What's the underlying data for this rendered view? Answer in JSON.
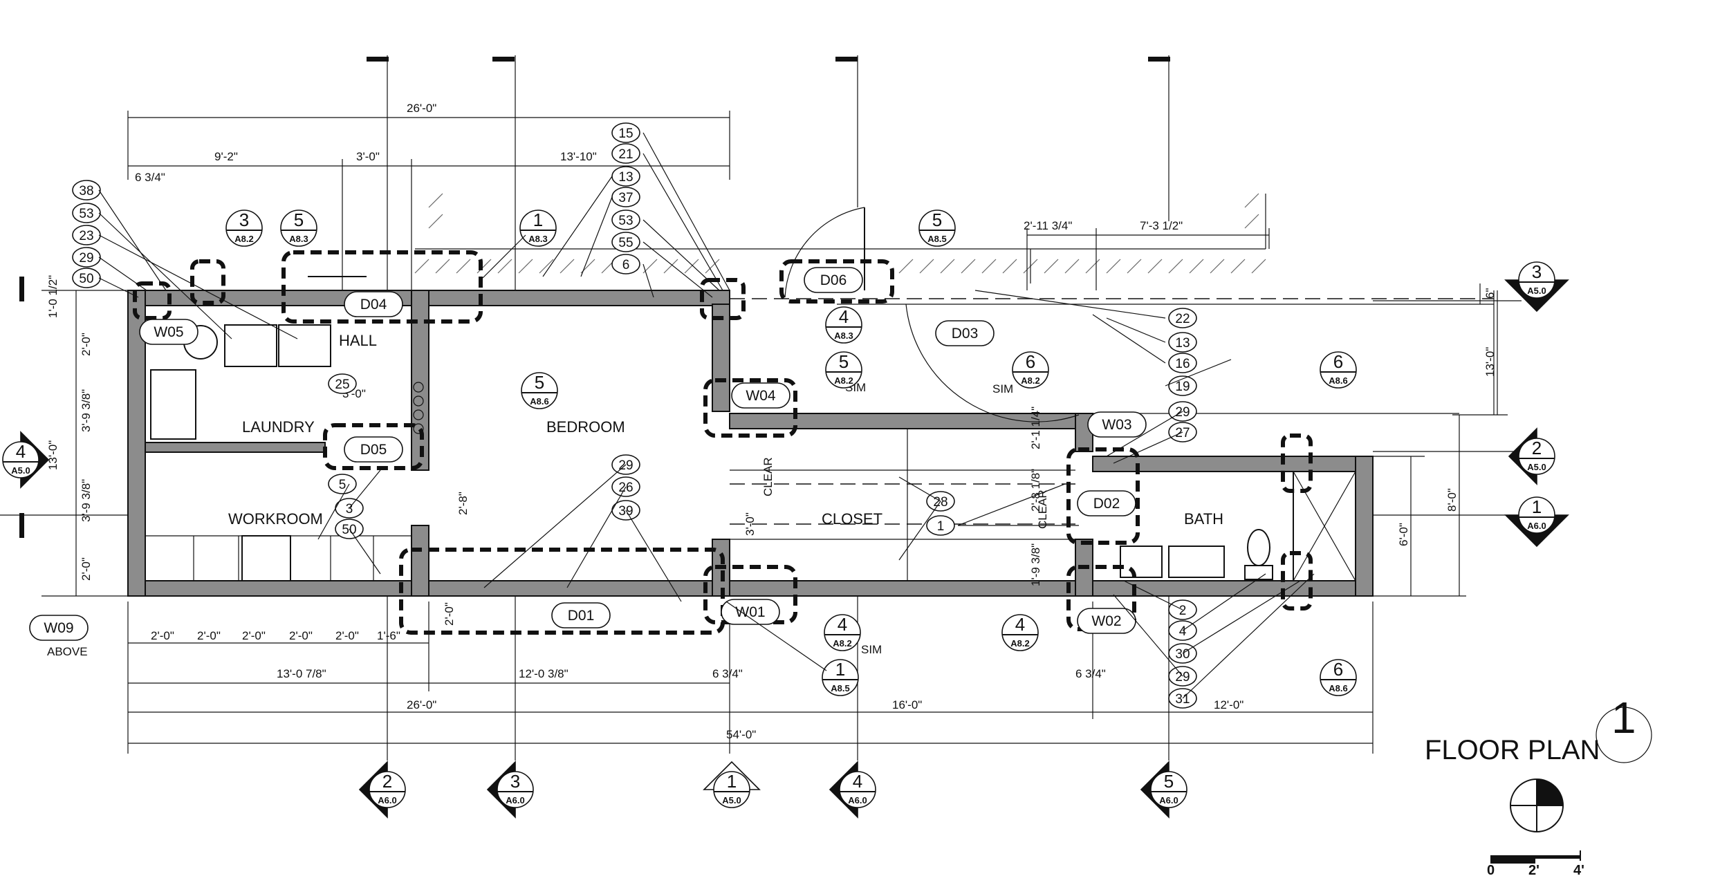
{
  "drawing": {
    "title": "FLOOR PLAN",
    "number": "1",
    "scale_labels": [
      "0",
      "2'",
      "4'"
    ]
  },
  "rooms": [
    "HALL",
    "LAUNDRY",
    "WORKROOM",
    "BEDROOM",
    "CLOSET",
    "BATH"
  ],
  "openings": [
    "D04",
    "W05",
    "D05",
    "D06",
    "D03",
    "W04",
    "W03",
    "D02",
    "D01",
    "W01",
    "W02",
    "W09"
  ],
  "labels": {
    "above": "ABOVE",
    "clear": "CLEAR",
    "sim": "SIM"
  },
  "dimensions": {
    "top": [
      "26'-0\"",
      "9'-2\"",
      "3'-0\"",
      "13'-10\"",
      "2'-11 3/4\"",
      "7'-3 1/2\"",
      "6 3/4\""
    ],
    "bottom": [
      "2'-0\"",
      "2'-0\"",
      "2'-0\"",
      "2'-0\"",
      "2'-0\"",
      "1'-6\"",
      "13'-0 7/8\"",
      "12'-0 3/8\"",
      "6 3/4\"",
      "6 3/4\"",
      "26'-0\"",
      "16'-0\"",
      "12'-0\"",
      "54'-0\""
    ],
    "left": [
      "1'-0 1/2\"",
      "2'-0\"",
      "3'-9 3/8\"",
      "3'-9 3/8\"",
      "2'-0\"",
      "13'-0\""
    ],
    "interior": [
      "3'-0\"",
      "2'-8\"",
      "2'-0\"",
      "3'-0\"",
      "2'-8 1/8\"",
      "1'-9 3/8\"",
      "2'-1 1/4\""
    ],
    "right": [
      "6\"",
      "13'-0\"",
      "8'-0\"",
      "6'-0\""
    ]
  },
  "keynotes": [
    "38",
    "53",
    "23",
    "29",
    "50",
    "15",
    "21",
    "13",
    "37",
    "53",
    "55",
    "6",
    "25",
    "5",
    "3",
    "50",
    "29",
    "26",
    "39",
    "28",
    "1",
    "22",
    "13",
    "16",
    "19",
    "29",
    "27",
    "2",
    "4",
    "30",
    "29",
    "31"
  ],
  "detail_tags": [
    {
      "num": "3",
      "sheet": "A8.2"
    },
    {
      "num": "5",
      "sheet": "A8.3"
    },
    {
      "num": "1",
      "sheet": "A8.3"
    },
    {
      "num": "5",
      "sheet": "A8.5"
    },
    {
      "num": "4",
      "sheet": "A8.3"
    },
    {
      "num": "5",
      "sheet": "A8.2"
    },
    {
      "num": "5",
      "sheet": "A8.6"
    },
    {
      "num": "6",
      "sheet": "A8.2"
    },
    {
      "num": "6",
      "sheet": "A8.6"
    },
    {
      "num": "4",
      "sheet": "A8.2"
    },
    {
      "num": "1",
      "sheet": "A8.5"
    },
    {
      "num": "4",
      "sheet": "A8.2"
    },
    {
      "num": "6",
      "sheet": "A8.6"
    }
  ],
  "section_markers": [
    {
      "num": "3",
      "sheet": "A5.0"
    },
    {
      "num": "2",
      "sheet": "A5.0"
    },
    {
      "num": "1",
      "sheet": "A6.0"
    },
    {
      "num": "4",
      "sheet": "A5.0"
    },
    {
      "num": "2",
      "sheet": "A6.0"
    },
    {
      "num": "3",
      "sheet": "A6.0"
    },
    {
      "num": "1",
      "sheet": "A5.0"
    },
    {
      "num": "4",
      "sheet": "A6.0"
    },
    {
      "num": "5",
      "sheet": "A6.0"
    }
  ]
}
